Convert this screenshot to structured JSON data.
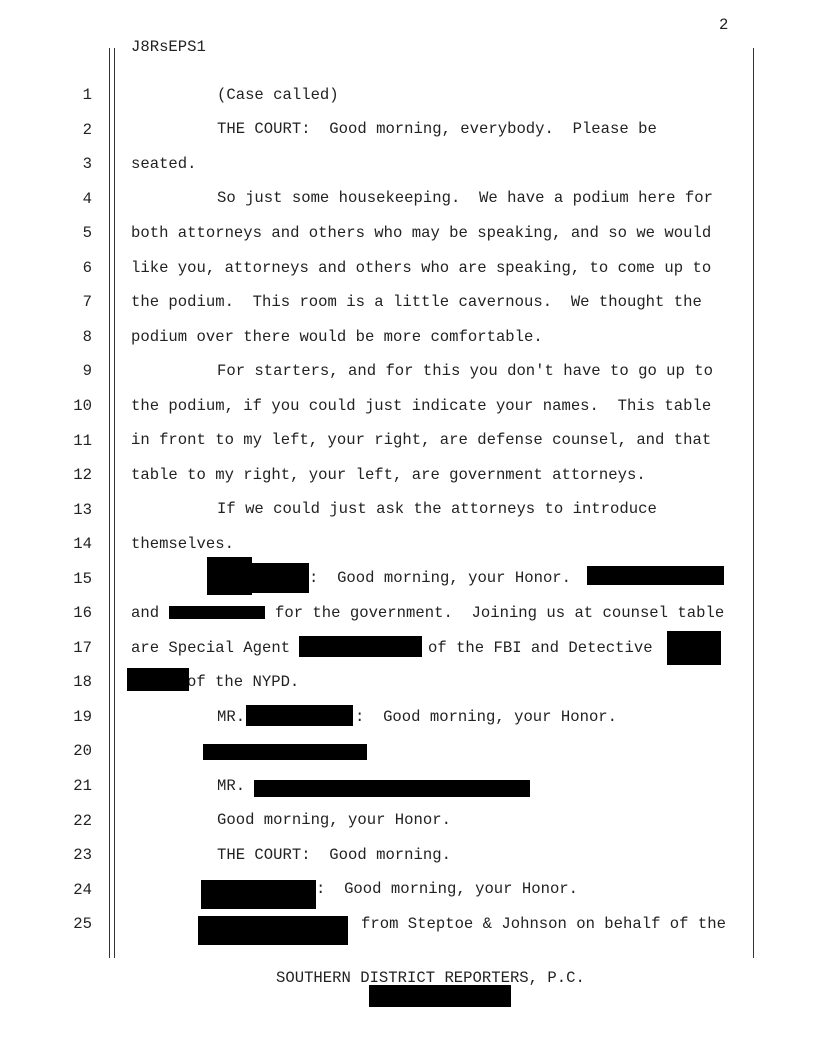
{
  "page_number": "2",
  "header_code": "J8RsEPS1",
  "line_numbers": [
    "1",
    "2",
    "3",
    "4",
    "5",
    "6",
    "7",
    "8",
    "9",
    "10",
    "11",
    "12",
    "13",
    "14",
    "15",
    "16",
    "17",
    "18",
    "19",
    "20",
    "21",
    "22",
    "23",
    "24",
    "25"
  ],
  "lines": {
    "l1": "(Case called)",
    "l2": "THE COURT:  Good morning, everybody.  Please be",
    "l3": "seated.",
    "l4": "So just some housekeeping.  We have a podium here for",
    "l5": "both attorneys and others who may be speaking, and so we would",
    "l6": "like you, attorneys and others who are speaking, to come up to",
    "l7": "the podium.  This room is a little cavernous.  We thought the",
    "l8": "podium over there would be more comfortable.",
    "l9": "For starters, and for this you don't have to go up to",
    "l10": "the podium, if you could just indicate your names.  This table",
    "l11": "in front to my left, your right, are defense counsel, and that",
    "l12": "table to my right, your left, are government attorneys.",
    "l13": "If we could just ask the attorneys to introduce",
    "l14": "themselves.",
    "l15": ":  Good morning, your Honor.",
    "l16a": "and",
    "l16b": "for the government.  Joining us at counsel table",
    "l17a": "are Special Agent",
    "l17b": "of the FBI and Detective",
    "l18": "of the NYPD.",
    "l19a": "MR.",
    "l19b": ":  Good morning, your Honor.",
    "l21": "MR.",
    "l22": "Good morning, your Honor.",
    "l23": "THE COURT:  Good morning.",
    "l24": ":  Good morning, your Honor.",
    "l25": "from Steptoe & Johnson on behalf of the"
  },
  "footer": "SOUTHERN DISTRICT REPORTERS, P.C."
}
